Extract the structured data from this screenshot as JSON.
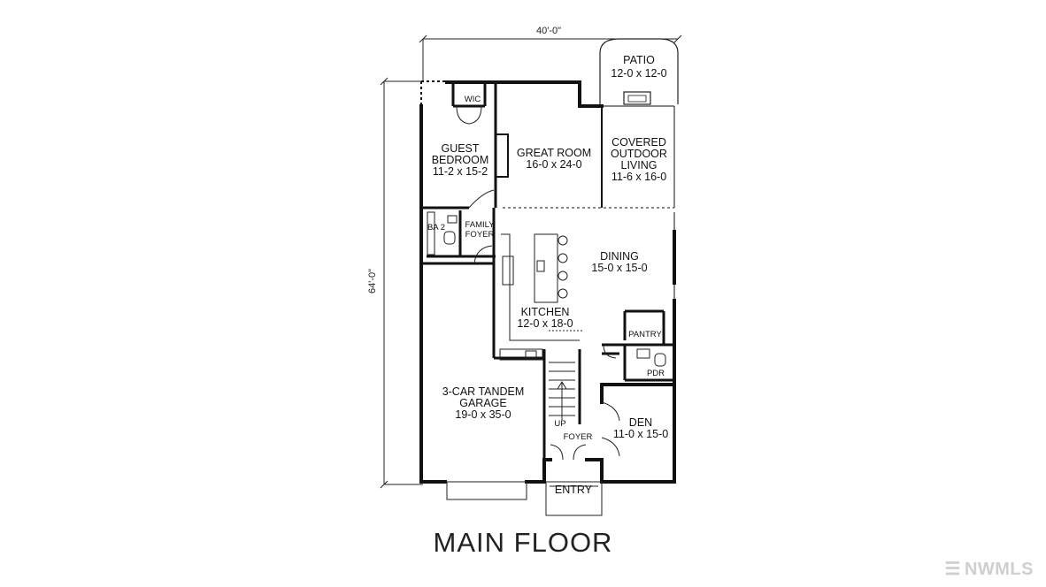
{
  "plan": {
    "width_dim": "40'-0\"",
    "height_dim": "64'-0\"",
    "rooms": {
      "patio": {
        "name": "PATIO",
        "size": "12-0 x 12-0"
      },
      "wic": {
        "name": "WIC"
      },
      "guest_bedroom": {
        "name_1": "GUEST",
        "name_2": "BEDROOM",
        "size": "11-2 x 15-2"
      },
      "great_room": {
        "name": "GREAT ROOM",
        "size": "16-0 x 24-0"
      },
      "covered_outdoor": {
        "name_1": "COVERED",
        "name_2": "OUTDOOR",
        "name_3": "LIVING",
        "size": "11-6 x 16-0"
      },
      "bath2": {
        "name": "BA 2"
      },
      "family_foyer": {
        "name_1": "FAMILY",
        "name_2": "FOYER"
      },
      "dining": {
        "name": "DINING",
        "size": "15-0 x 15-0"
      },
      "kitchen": {
        "name": "KITCHEN",
        "size": "12-0 x 18-0"
      },
      "pantry": {
        "name": "PANTRY"
      },
      "pdr": {
        "name": "PDR"
      },
      "garage": {
        "name_1": "3-CAR TANDEM",
        "name_2": "GARAGE",
        "size": "19-0 x 35-0"
      },
      "den": {
        "name": "DEN",
        "size": "11-0 x 15-0"
      },
      "up": {
        "name": "UP"
      },
      "foyer": {
        "name": "FOYER"
      },
      "entry": {
        "name": "ENTRY"
      }
    }
  },
  "title": "MAIN FLOOR",
  "watermark": "NWMLS"
}
